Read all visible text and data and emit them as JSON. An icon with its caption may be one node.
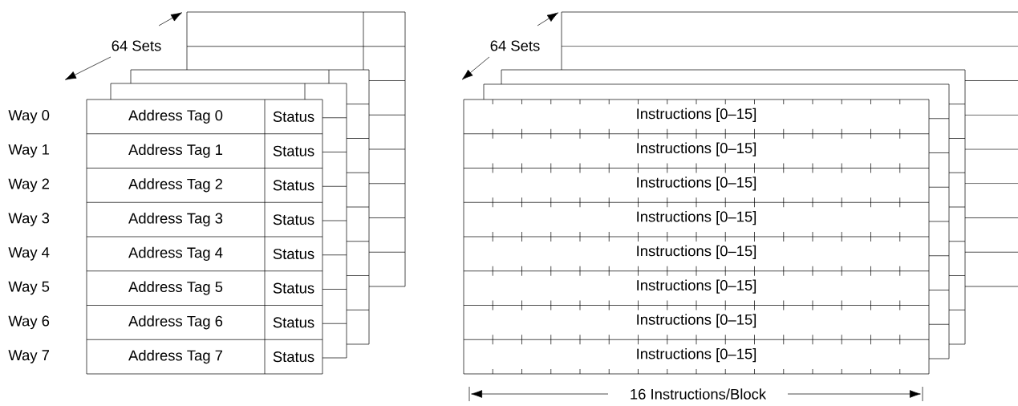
{
  "diagram": {
    "labels": [
      "64 Sets",
      "64 Sets",
      "Way 0",
      "Address Tag 0",
      "Status",
      "Instructions [0–15]",
      "Way 1",
      "Address Tag 1",
      "Status",
      "Instructions [0–15]",
      "Way 2",
      "Address Tag 2",
      "Status",
      "Instructions [0–15]",
      "Way 3",
      "Address Tag 3",
      "Status",
      "Instructions [0–15]",
      "Way 4",
      "Address Tag 4",
      "Status",
      "Instructions [0–15]",
      "Way 5",
      "Address Tag 5",
      "Status",
      "Instructions [0–15]",
      "Way 6",
      "Address Tag 6",
      "Status",
      "Instructions [0–15]",
      "Way 7",
      "Address Tag 7",
      "Status",
      "Instructions [0–15]",
      "16 Instructions/Block"
    ]
  }
}
